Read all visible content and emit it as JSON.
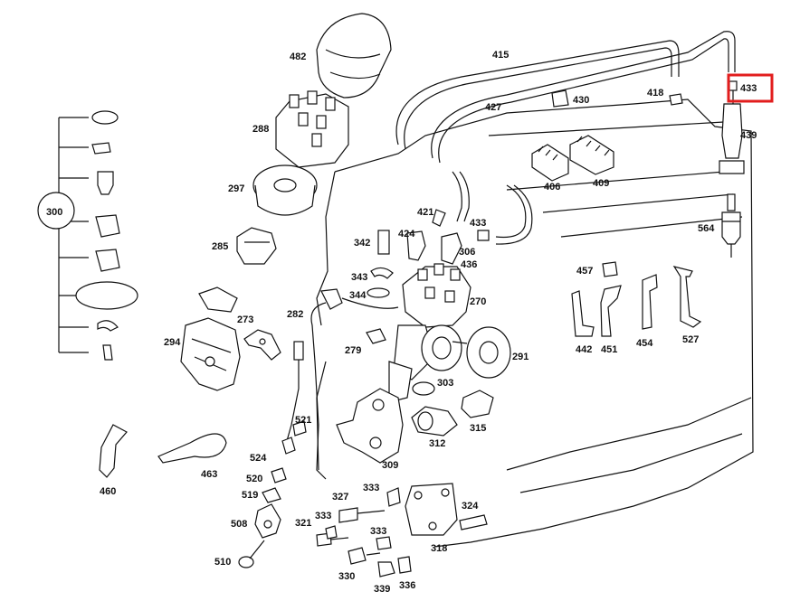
{
  "highlight": {
    "label": "433",
    "color": "#e21d1d"
  },
  "callouts": {
    "c482": "482",
    "c288": "288",
    "c297": "297",
    "c285": "285",
    "c273": "273",
    "c294": "294",
    "c300": "300",
    "c460": "460",
    "c463": "463",
    "c524": "524",
    "c520": "520",
    "c519": "519",
    "c508": "508",
    "c510": "510",
    "c521": "521",
    "c282": "282",
    "c279": "279",
    "c342": "342",
    "c343": "343",
    "c344": "344",
    "c421": "421",
    "c424": "424",
    "c433a": "433",
    "c306": "306",
    "c436": "436",
    "c270": "270",
    "c291": "291",
    "c303": "303",
    "c315": "315",
    "c312": "312",
    "c309": "309",
    "c327": "327",
    "c333a": "333",
    "c321": "321",
    "c333b": "333",
    "c330": "330",
    "c333c": "333",
    "c339": "339",
    "c336": "336",
    "c318": "318",
    "c324": "324",
    "c415": "415",
    "c427": "427",
    "c418": "418",
    "c430": "430",
    "c433b": "433",
    "c439": "439",
    "c406": "406",
    "c409": "409",
    "c564": "564",
    "c457": "457",
    "c442": "442",
    "c451": "451",
    "c454": "454",
    "c527": "527"
  }
}
